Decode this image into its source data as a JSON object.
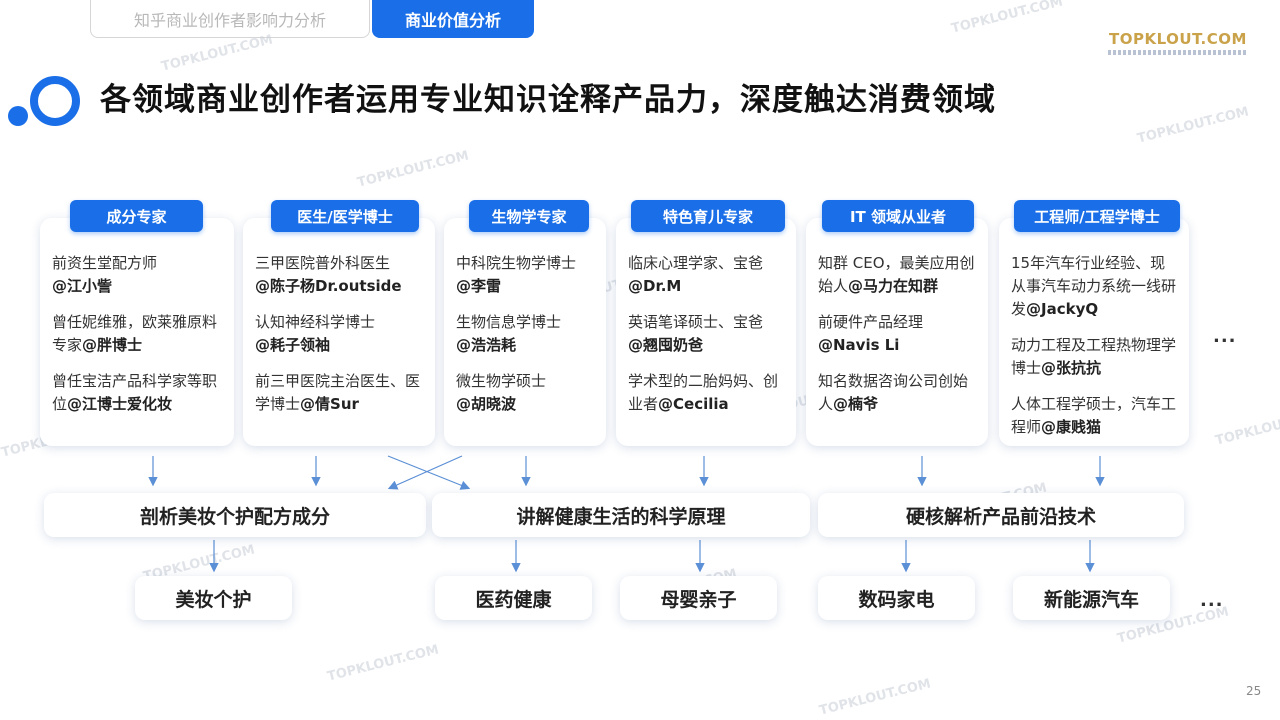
{
  "tabs": [
    {
      "label": "知乎商业创作者影响力分析",
      "active": false
    },
    {
      "label": "商业价值分析",
      "active": true
    }
  ],
  "logo": {
    "text": "TOPKLOUT.COM"
  },
  "watermark": "TOPKLOUT.COM",
  "title": "各领域商业创作者运用专业知识诠释产品力，深度触达消费领域",
  "categories": [
    {
      "tag": "成分专家",
      "entries": [
        {
          "desc": "前资生堂配方师",
          "handle": "@江小訾"
        },
        {
          "desc": "曾任妮维雅，欧莱雅原料专家",
          "handle": "@胖博士"
        },
        {
          "desc": "曾任宝洁产品科学家等职位",
          "handle": "@江博士爱化妆"
        }
      ]
    },
    {
      "tag": "医生/医学博士",
      "entries": [
        {
          "desc": "三甲医院普外科医生",
          "handle": "@陈子杨Dr.outside"
        },
        {
          "desc": "认知神经科学博士",
          "handle": "@耗子领袖"
        },
        {
          "desc": "前三甲医院主治医生、医学博士",
          "handle": "@倩Sur"
        }
      ]
    },
    {
      "tag": "生物学专家",
      "entries": [
        {
          "desc": "中科院生物学博士",
          "handle": "@李雷"
        },
        {
          "desc": "生物信息学博士",
          "handle": "@浩浩耗"
        },
        {
          "desc": "微生物学硕士",
          "handle": "@胡晓波"
        }
      ]
    },
    {
      "tag": "特色育儿专家",
      "entries": [
        {
          "desc": "临床心理学家、宝爸",
          "handle": "@Dr.M"
        },
        {
          "desc": "英语笔译硕士、宝爸",
          "handle": "@翘囤奶爸"
        },
        {
          "desc": "学术型的二胎妈妈、创业者",
          "handle": "@Cecilia"
        }
      ]
    },
    {
      "tag": "IT 领域从业者",
      "entries": [
        {
          "desc": "知群 CEO，最美应用创始人",
          "handle": "@马力在知群"
        },
        {
          "desc": "前硬件产品经理",
          "handle": "@Navis Li"
        },
        {
          "desc": "知名数据咨询公司创始人",
          "handle": "@楠爷"
        }
      ]
    },
    {
      "tag": "工程师/工程学博士",
      "entries": [
        {
          "desc": "15年汽车行业经验、现从事汽车动力系统一线研发",
          "handle": "@JackyQ"
        },
        {
          "desc": "动力工程及工程热物理学博士",
          "handle": "@张抗抗"
        },
        {
          "desc": "人体工程学硕士，汽车工程师",
          "handle": "@康贱猫"
        }
      ]
    }
  ],
  "more_symbol": "...",
  "themes": [
    "剖析美妆个护配方成分",
    "讲解健康生活的科学原理",
    "硬核解析产品前沿技术"
  ],
  "fields": [
    "美妆个护",
    "医药健康",
    "母婴亲子",
    "数码家电",
    "新能源汽车"
  ],
  "page_number": "25",
  "colors": {
    "accent": "#1a6fe8",
    "arrow": "#5b8fd6"
  }
}
